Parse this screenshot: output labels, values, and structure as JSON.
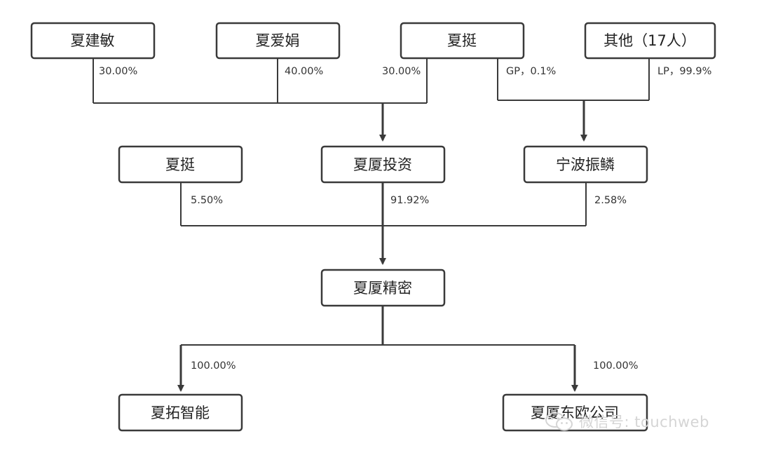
{
  "nodes": {
    "xia_jianmin": "夏建敏",
    "xia_aijuan": "夏爱娟",
    "xia_ting_top": "夏挺",
    "others": "其他（17人）",
    "xia_ting_mid": "夏挺",
    "xiasha_investment": "夏厦投资",
    "ningbo_zhenlin": "宁波振鳞",
    "xiasha_precision": "夏厦精密",
    "xiatuo_intelligent": "夏拓智能",
    "xiasha_dongou": "夏厦东欧公司"
  },
  "labels": {
    "jianmin_pct": "30.00%",
    "aijuan_pct": "40.00%",
    "ting_top_pct": "30.00%",
    "gp_pct": "GP，0.1%",
    "lp_pct": "LP，99.9%",
    "ting_mid_pct": "5.50%",
    "investment_pct": "91.92%",
    "zhenlin_pct": "2.58%",
    "xiatuo_pct": "100.00%",
    "dongou_pct": "100.00%"
  },
  "watermark": {
    "text": "微信号: touchweb",
    "icon": "wechat-icon"
  }
}
